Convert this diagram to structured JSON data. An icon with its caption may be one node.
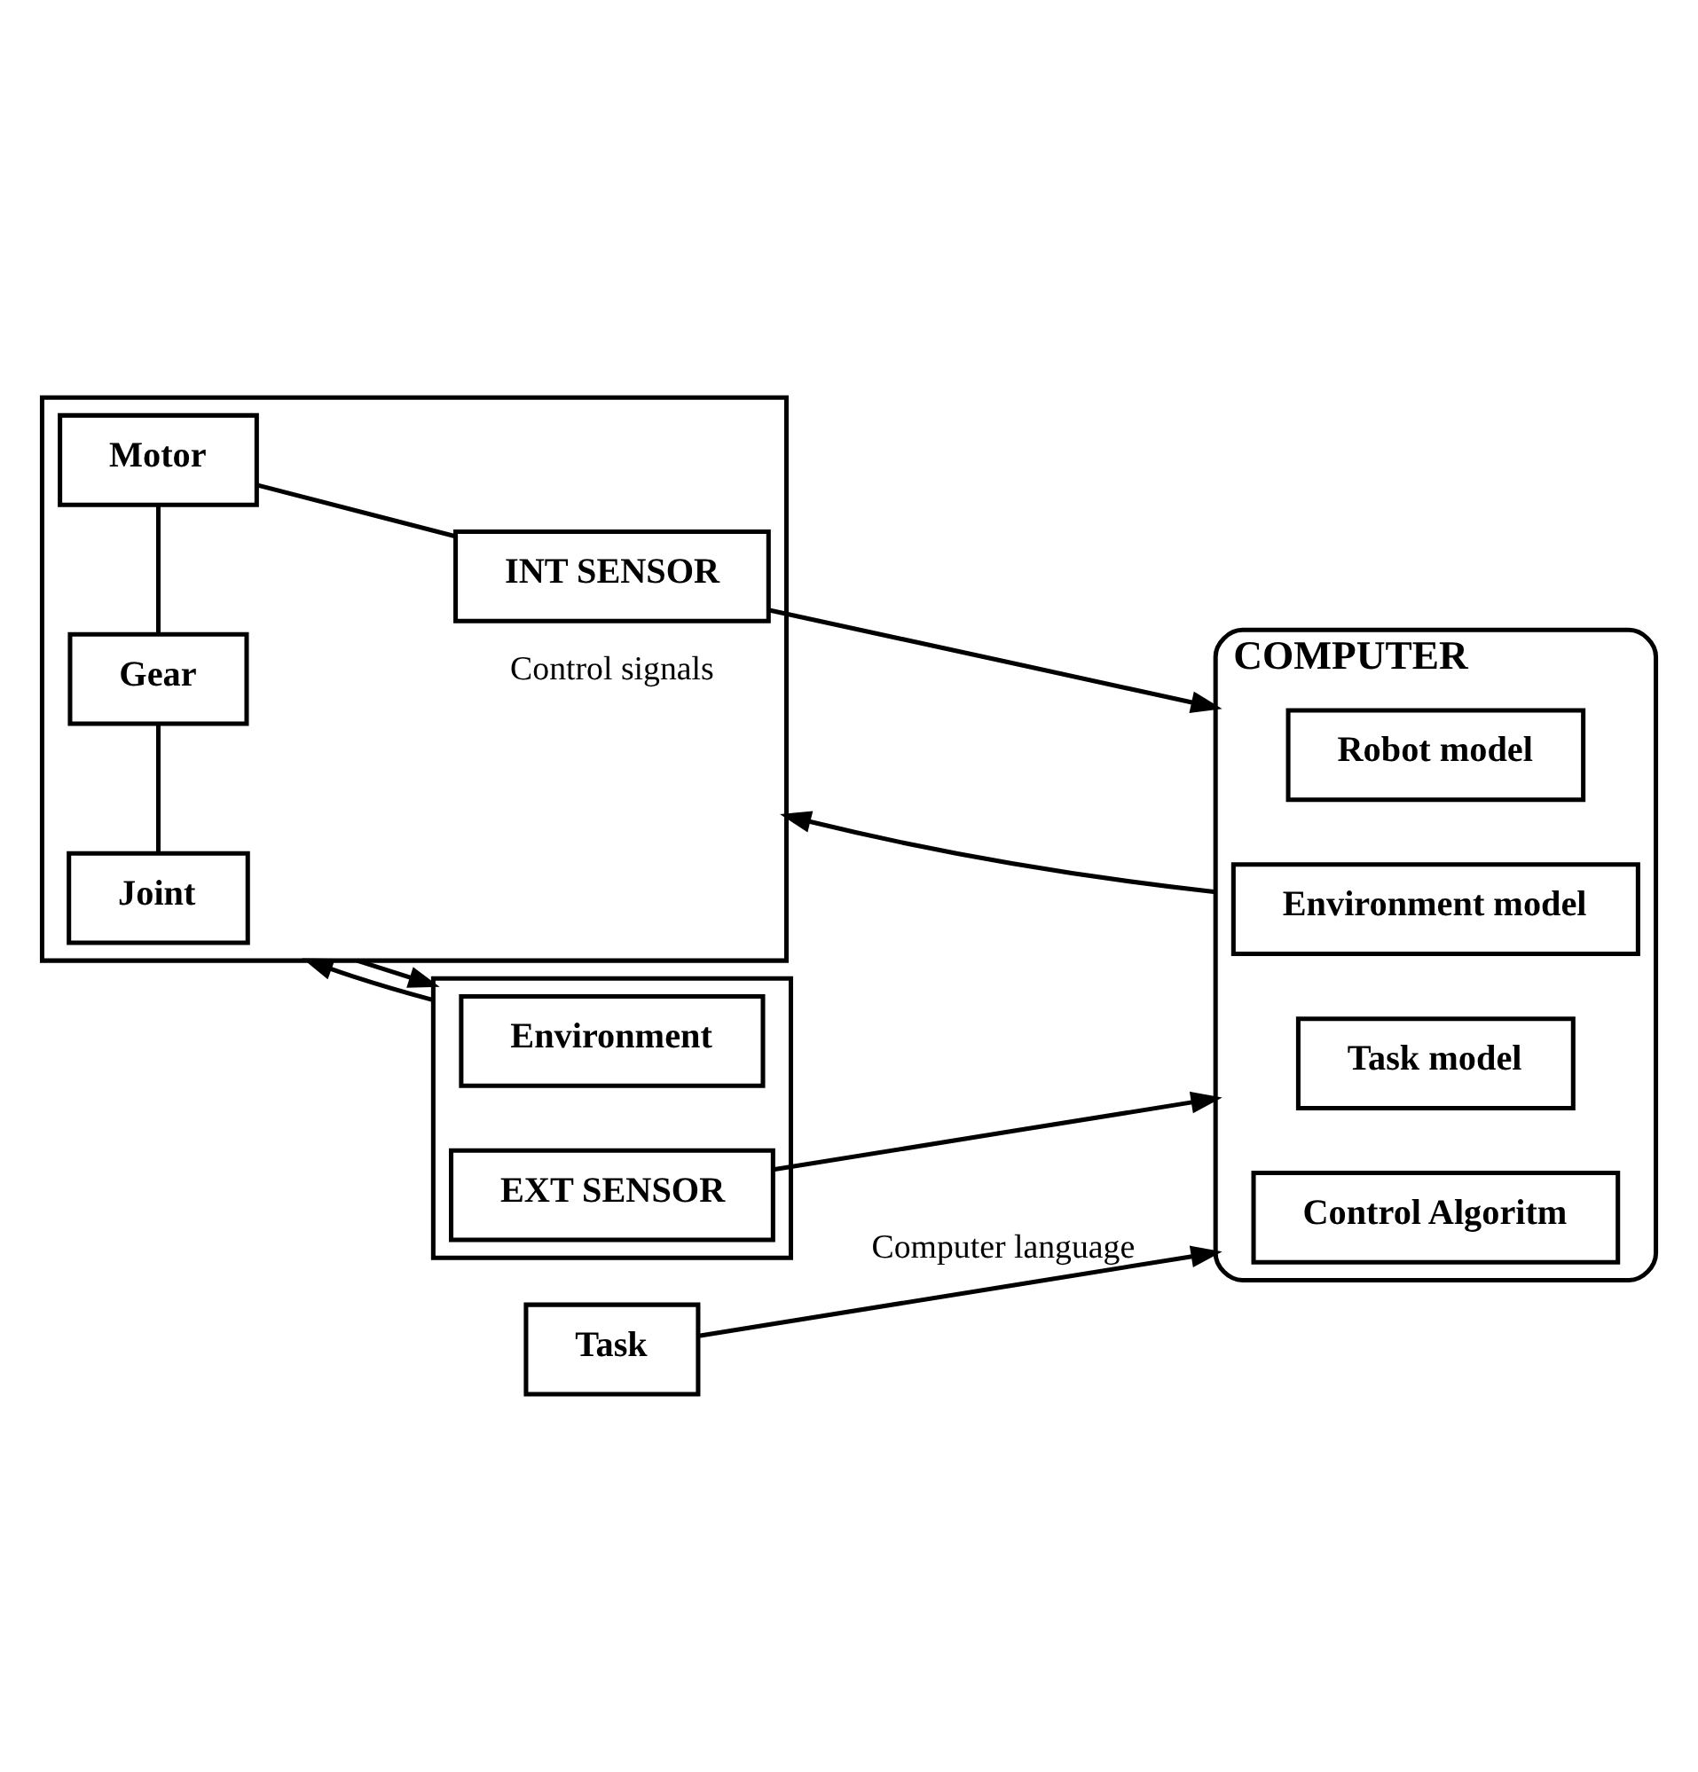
{
  "diagram": {
    "nodes": [
      {
        "text": [],
        "shape": "box"
      },
      {
        "text": [
          "Motor"
        ],
        "in": 0
      },
      {
        "text": [
          "Gear"
        ],
        "in": 0
      },
      {
        "text": [
          "Joint"
        ],
        "in": 0
      },
      {
        "text": [
          "INT SENSOR"
        ],
        "in": 0
      },
      {
        "text": [
          "COMPUTER"
        ]
      },
      {
        "text": [
          "Robot model"
        ],
        "in": 5
      },
      {
        "text": [
          "Environment model"
        ],
        "in": 5
      },
      {
        "text": [
          "Task model"
        ],
        "in": 5
      },
      {
        "text": [
          "Control Algoritm"
        ],
        "in": 5
      },
      {
        "text": [],
        "shape": "box"
      },
      {
        "text": [
          "Environment"
        ],
        "in": 10
      },
      {
        "text": [
          "EXT SENSOR"
        ],
        "in": 10
      },
      {
        "text": [
          "Task"
        ]
      }
    ],
    "edges": [
      {
        "from": 5,
        "to": 0,
        "arrow": "to",
        "label": "Control signals"
      },
      {
        "from": 1,
        "to": 4,
        "arrow": "none"
      },
      {
        "from": 1,
        "to": 2,
        "arrow": "none"
      },
      {
        "from": 2,
        "to": 3,
        "arrow": "none"
      },
      {
        "from": 4,
        "to": 5,
        "arrow": "to"
      },
      {
        "from": 0,
        "to": 10,
        "arrow": "to"
      },
      {
        "from": 10,
        "to": 0,
        "arrow": "to"
      },
      {
        "from": 12,
        "to": 5,
        "arrow": "to"
      },
      {
        "from": 13,
        "to": 5,
        "arrow": "to",
        "label": "Computer language"
      }
    ]
  }
}
